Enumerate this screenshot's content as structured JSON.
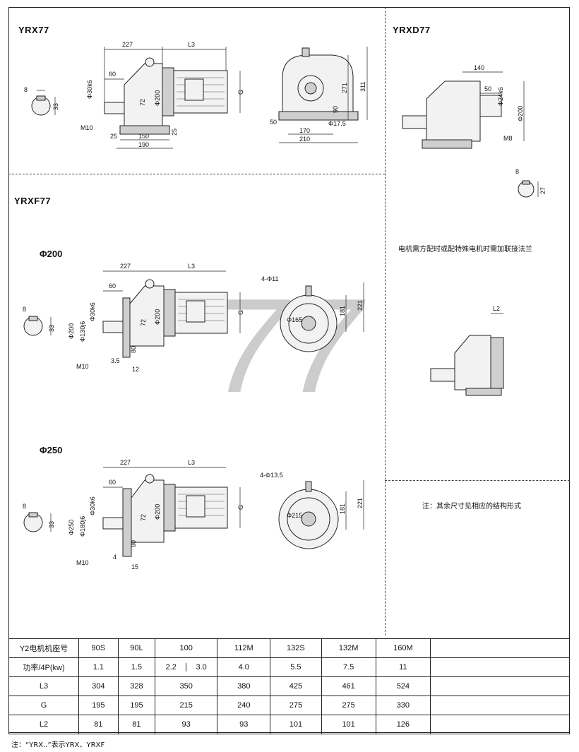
{
  "sections": {
    "yrx": {
      "title": "YRX77",
      "dims": {
        "d227": "227",
        "l3": "L3",
        "d60": "60",
        "shaft": "Φ30k6",
        "d72": "72",
        "flange": "Φ200",
        "g": "G",
        "m10": "M10",
        "d25a": "25",
        "d150": "150",
        "d25b": "25",
        "d190": "190",
        "d271": "271",
        "d311": "311",
        "d50": "50",
        "d90": "90",
        "hole": "Φ17.5",
        "d170": "170",
        "d210": "210"
      },
      "key": {
        "w": "8",
        "h": "33"
      }
    },
    "yrxd": {
      "title": "YRXD77",
      "dims": {
        "d140": "140",
        "d50": "50",
        "shaft": "Φ24k6",
        "flange": "Φ200",
        "m8": "M8"
      },
      "key": {
        "w": "8",
        "h": "27"
      },
      "note": "电机需方配时或配特殊电机时需加联接法兰",
      "l2": "L2"
    },
    "yrxf": {
      "title": "YRXF77",
      "watermark": "77",
      "v200": {
        "label": "Φ200",
        "d227": "227",
        "l3": "L3",
        "d60": "60",
        "shaft": "Φ30k6",
        "pilot": "Φ130j6",
        "outer": "Φ200",
        "d72": "72",
        "flange": "Φ200",
        "g": "G",
        "d80": "80",
        "m10": "M10",
        "d35": "3.5",
        "d12": "12",
        "holes": "4-Φ11",
        "pcd": "Φ165",
        "d181": "181",
        "d221": "221",
        "keyw": "8",
        "keyh": "33"
      },
      "v250": {
        "label": "Φ250",
        "d227": "227",
        "l3": "L3",
        "d60": "60",
        "shaft": "Φ30k6",
        "pilot": "Φ180j6",
        "outer": "Φ250",
        "d72": "72",
        "flange": "Φ200",
        "g": "G",
        "d80": "80",
        "m10": "M10",
        "d4": "4",
        "d15": "15",
        "holes": "4-Φ13.5",
        "pcd": "Φ215",
        "d181": "181",
        "d221": "221",
        "keyw": "8",
        "keyh": "33"
      }
    },
    "right_note": "注：其余尺寸见相应的结构形式"
  },
  "table": {
    "rows": [
      {
        "label": "Y2电机机座号",
        "cells": [
          "90S",
          "90L",
          "100",
          "112M",
          "132S",
          "132M",
          "160M",
          ""
        ]
      },
      {
        "label": "功率/4P(kw)",
        "cells": [
          "1.1",
          "1.5",
          "",
          "4.0",
          "5.5",
          "7.5",
          "11",
          ""
        ],
        "split": [
          "2.2",
          "3.0"
        ]
      },
      {
        "label": "L3",
        "cells": [
          "304",
          "328",
          "350",
          "380",
          "425",
          "461",
          "524",
          ""
        ]
      },
      {
        "label": "G",
        "cells": [
          "195",
          "195",
          "215",
          "240",
          "275",
          "275",
          "330",
          ""
        ]
      },
      {
        "label": "L2",
        "cells": [
          "81",
          "81",
          "93",
          "93",
          "101",
          "101",
          "126",
          ""
        ]
      }
    ]
  },
  "footnote": "注：“YRX..”表示YRX、YRXF"
}
